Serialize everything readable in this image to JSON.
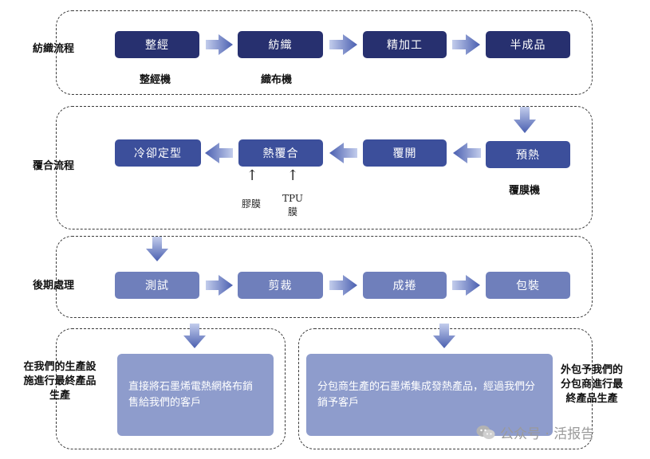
{
  "sections": {
    "spinning": "紡織流程",
    "lamination": "覆合流程",
    "post": "後期處理",
    "inhouse": "在我們的生產設施進行最終產品生產",
    "outsource": "外包予我們的分包商進行最終產品生產"
  },
  "spinning": {
    "steps": [
      "整經",
      "紡織",
      "精加工",
      "半成品"
    ],
    "machines": [
      "整經機",
      "織布機"
    ]
  },
  "lamination": {
    "steps": [
      "冷卻定型",
      "熱覆合",
      "覆開",
      "預熱"
    ],
    "machine": "覆膜機",
    "inputs": [
      "膠膜",
      "TPU\n膜"
    ],
    "input_arrow": "↑"
  },
  "post": {
    "steps": [
      "測試",
      "剪裁",
      "成捲",
      "包裝"
    ]
  },
  "outcomes": {
    "inhouse": "直接將石墨烯電熱網格布銷售給我們的客戶",
    "outsource": "分包商生產的石墨烯集成發熱產品，經過我們分銷予客戶"
  },
  "watermark": {
    "icon": "wechat-icon",
    "text": "公众号 · 活报告"
  },
  "colors": {
    "dark": "#27306f",
    "mid": "#3c4f9b",
    "soft": "#6f7fbb",
    "note": "#8e9ccc",
    "arrow": "#5a6fb8"
  }
}
